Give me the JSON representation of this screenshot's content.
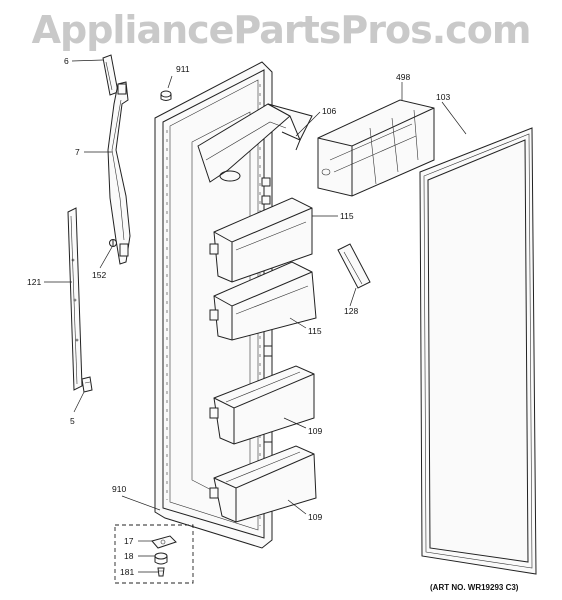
{
  "watermark": "AppliancePartsPros.com",
  "art_number": "(ART NO. WR19293 C3)",
  "callouts": {
    "p6": "6",
    "p7": "7",
    "p121": "121",
    "p152": "152",
    "p5": "5",
    "p911": "911",
    "p106": "106",
    "p498": "498",
    "p103": "103",
    "p115a": "115",
    "p115b": "115",
    "p128": "128",
    "p109a": "109",
    "p109b": "109",
    "p910": "910",
    "p17": "17",
    "p18": "18",
    "p181": "181"
  }
}
